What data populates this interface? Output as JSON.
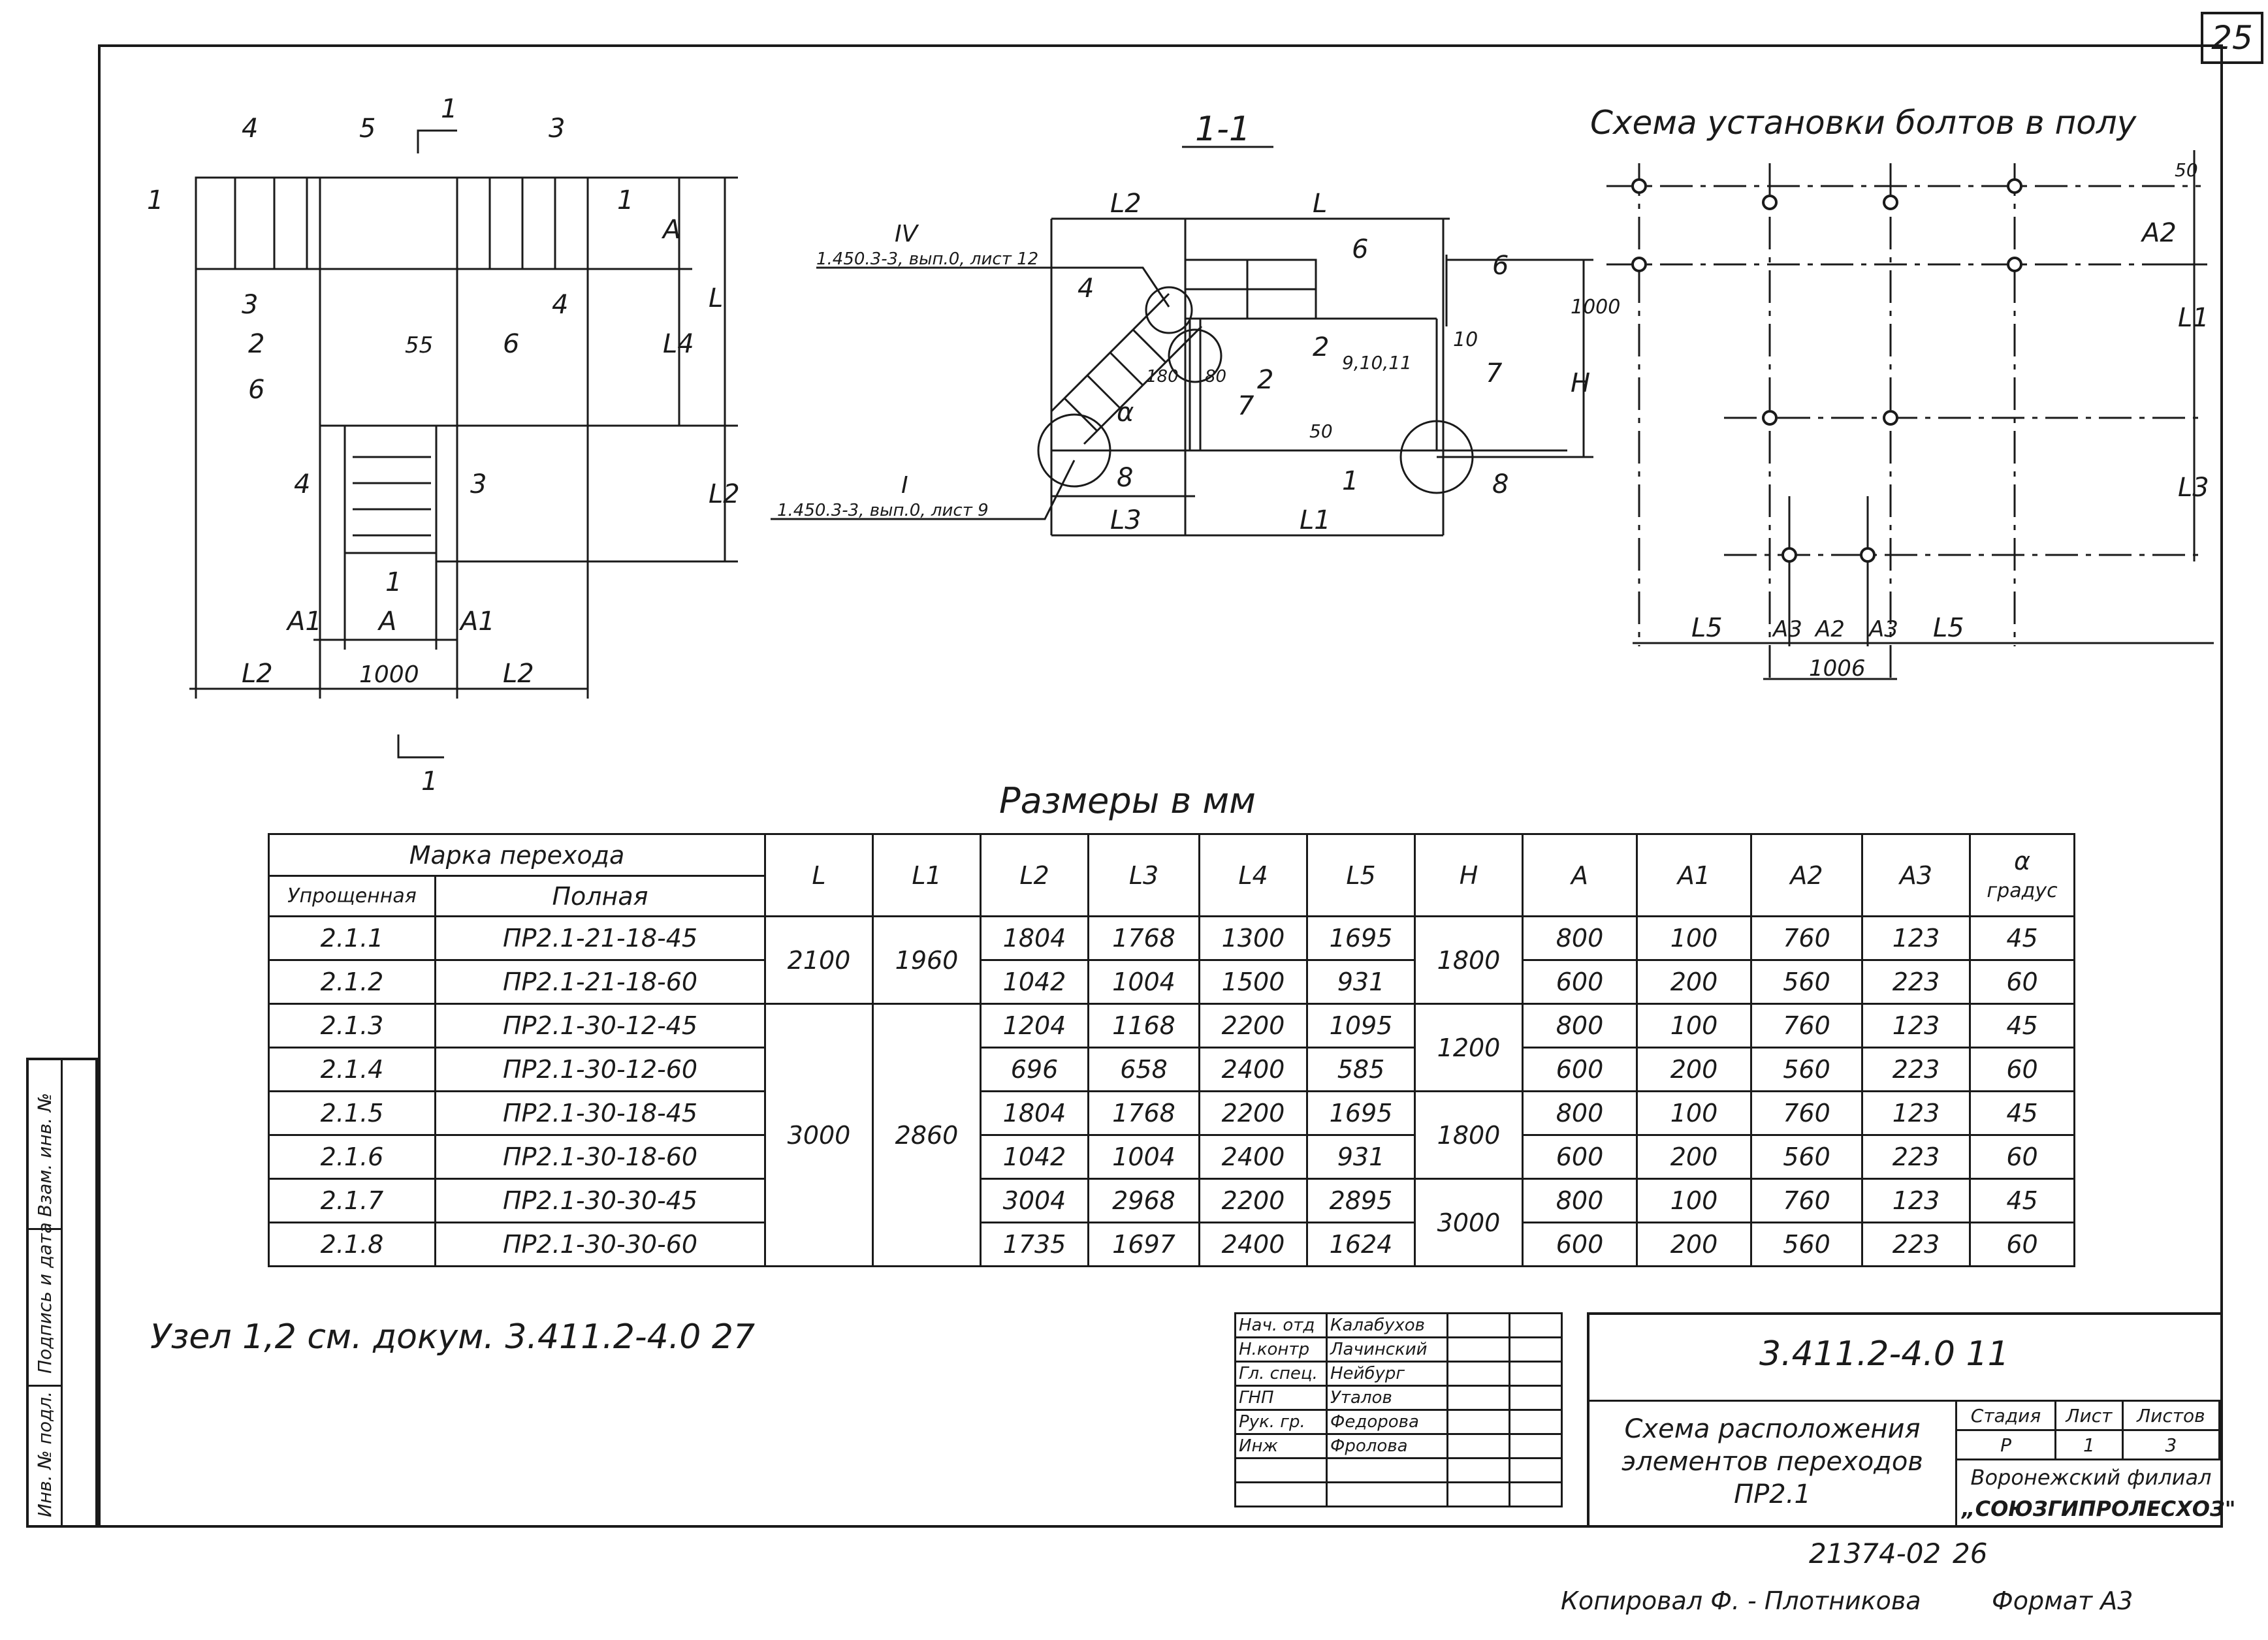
{
  "page_number": "25",
  "section_label": "1-1",
  "bolt_scheme_title": "Схема установки болтов в полу",
  "sizes_caption": "Размеры в мм",
  "node_note": "Узел 1,2 см. докум. 3.411.2-4.0   27",
  "plan_labels": {
    "callouts": [
      "4",
      "5",
      "1",
      "3",
      "1",
      "1",
      "3",
      "2",
      "6",
      "4",
      "55",
      "6",
      "4",
      "3",
      "1"
    ],
    "dims": [
      "A",
      "L4",
      "L",
      "L2",
      "A1",
      "A",
      "A1",
      "L2",
      "1000",
      "L2"
    ],
    "section_mark": "1"
  },
  "section_labels": {
    "ref_top_num": "IV",
    "ref_top_doc": "1.450.3-3, вып.0, лист 12",
    "ref_bottom_num": "I",
    "ref_bottom_doc": "1.450.3-3, вып.0, лист 9",
    "dims": [
      "L2",
      "L",
      "1000",
      "H",
      "L3",
      "L1",
      "50",
      "180",
      "80"
    ],
    "callouts": [
      "6",
      "6",
      "4",
      "2",
      "9,10,11",
      "10",
      "7",
      "7",
      "2",
      "8",
      "1",
      "8"
    ],
    "angle": "α"
  },
  "bolt_labels": {
    "dims": [
      "50",
      "A2",
      "L1",
      "L3",
      "L5",
      "A3",
      "A2",
      "A3",
      "L5",
      "1006"
    ]
  },
  "table": {
    "header_group": "Марка перехода",
    "header_simplified": "Упрощенная",
    "header_full": "Полная",
    "headers": [
      "L",
      "L1",
      "L2",
      "L3",
      "L4",
      "L5",
      "H",
      "A",
      "A1",
      "A2",
      "A3"
    ],
    "header_alpha": "α",
    "header_alpha_unit": "градус",
    "rows": [
      {
        "simple": "2.1.1",
        "full": "ПР2.1-21-18-45",
        "L2": "1804",
        "L3": "1768",
        "L4": "1300",
        "L5": "1695",
        "A": "800",
        "A1": "100",
        "A2": "760",
        "A3": "123",
        "alpha": "45"
      },
      {
        "simple": "2.1.2",
        "full": "ПР2.1-21-18-60",
        "L2": "1042",
        "L3": "1004",
        "L4": "1500",
        "L5": "931",
        "A": "600",
        "A1": "200",
        "A2": "560",
        "A3": "223",
        "alpha": "60"
      },
      {
        "simple": "2.1.3",
        "full": "ПР2.1-30-12-45",
        "L2": "1204",
        "L3": "1168",
        "L4": "2200",
        "L5": "1095",
        "A": "800",
        "A1": "100",
        "A2": "760",
        "A3": "123",
        "alpha": "45"
      },
      {
        "simple": "2.1.4",
        "full": "ПР2.1-30-12-60",
        "L2": "696",
        "L3": "658",
        "L4": "2400",
        "L5": "585",
        "A": "600",
        "A1": "200",
        "A2": "560",
        "A3": "223",
        "alpha": "60"
      },
      {
        "simple": "2.1.5",
        "full": "ПР2.1-30-18-45",
        "L2": "1804",
        "L3": "1768",
        "L4": "2200",
        "L5": "1695",
        "A": "800",
        "A1": "100",
        "A2": "760",
        "A3": "123",
        "alpha": "45"
      },
      {
        "simple": "2.1.6",
        "full": "ПР2.1-30-18-60",
        "L2": "1042",
        "L3": "1004",
        "L4": "2400",
        "L5": "931",
        "A": "600",
        "A1": "200",
        "A2": "560",
        "A3": "223",
        "alpha": "60"
      },
      {
        "simple": "2.1.7",
        "full": "ПР2.1-30-30-45",
        "L2": "3004",
        "L3": "2968",
        "L4": "2200",
        "L5": "2895",
        "A": "800",
        "A1": "100",
        "A2": "760",
        "A3": "123",
        "alpha": "45"
      },
      {
        "simple": "2.1.8",
        "full": "ПР2.1-30-30-60",
        "L2": "1735",
        "L3": "1697",
        "L4": "2400",
        "L5": "1624",
        "A": "600",
        "A1": "200",
        "A2": "560",
        "A3": "223",
        "alpha": "60"
      }
    ],
    "merged": {
      "L_a": "2100",
      "L1_a": "1960",
      "L_b": "3000",
      "L1_b": "2860",
      "H_1": "1800",
      "H_2": "1200",
      "H_3": "1800",
      "H_4": "3000"
    }
  },
  "side_strip": [
    "Инв. № подл.",
    "Подпись и дата",
    "Взам. инв. №"
  ],
  "title_block": {
    "roles": [
      "Нач. отд",
      "Н.контр",
      "Гл. спец.",
      "ГНП",
      "Рук. гр.",
      "Инж"
    ],
    "names": [
      "Калабухов",
      "Лачинский",
      "Нейбург",
      "Уталов",
      "Федорова",
      "Фролова"
    ],
    "doc_code": "3.411.2-4.0   11",
    "drawing_title_1": "Схема расположения",
    "drawing_title_2": "элементов переходов",
    "drawing_title_3": "ПР2.1",
    "stage_header": "Стадия",
    "sheet_header": "Лист",
    "sheets_header": "Листов",
    "stage": "Р",
    "sheet": "1",
    "sheets": "3",
    "org_1": "Воронежский филиал",
    "org_2": "„СОЮЗГИПРОЛЕСХОЗ\""
  },
  "footer": {
    "order_no": "21374-02",
    "order_page": "26",
    "copied_by": "Копировал Ф. - Плотникова",
    "format": "Формат А3"
  }
}
